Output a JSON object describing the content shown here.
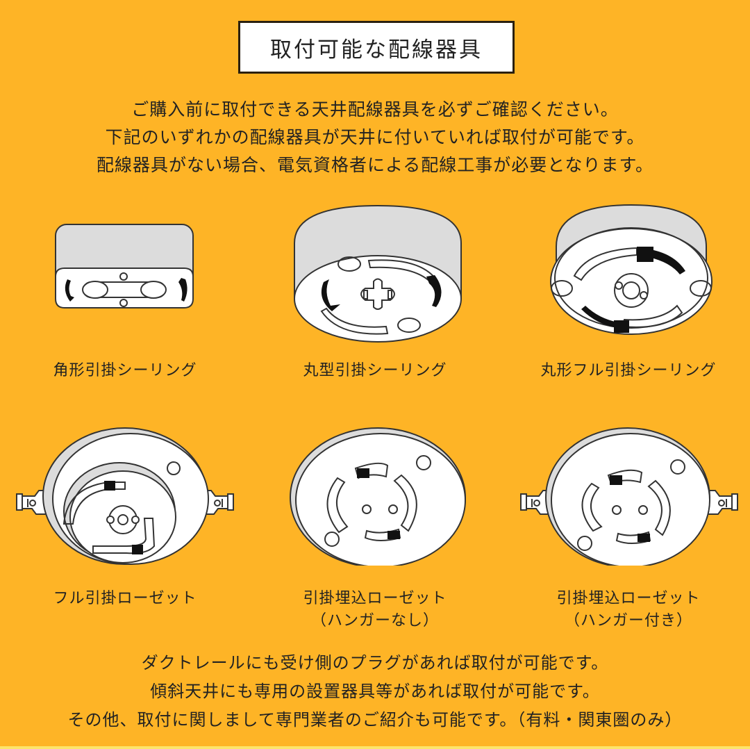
{
  "title": "取付可能な配線器具",
  "intro": {
    "lines": [
      "ご購入前に取付できる天井配線器具を必ずご確認ください。",
      "下記のいずれかの配線器具が天井に付いていれば取付が可能です。",
      "配線器具がない場合、電気資格者による配線工事が必要となります。"
    ]
  },
  "fixtures": [
    {
      "icon": "square-hook-ceiling-icon",
      "label": "角形引掛シーリング",
      "sublabel": ""
    },
    {
      "icon": "round-hook-ceiling-icon",
      "label": "丸型引掛シーリング",
      "sublabel": ""
    },
    {
      "icon": "round-full-hook-ceiling-icon",
      "label": "丸形フル引掛シーリング",
      "sublabel": ""
    },
    {
      "icon": "full-hook-rosette-icon",
      "label": "フル引掛ローゼット",
      "sublabel": ""
    },
    {
      "icon": "embedded-rosette-no-hanger-icon",
      "label": "引掛埋込ローゼット",
      "sublabel": "（ハンガーなし）"
    },
    {
      "icon": "embedded-rosette-with-hanger-icon",
      "label": "引掛埋込ローゼット",
      "sublabel": "（ハンガー付き）"
    }
  ],
  "footer": {
    "lines": [
      "ダクトレールにも受け側のプラグがあれば取付が可能です。",
      "傾斜天井にも専用の設置器具等があれば取付が可能です。",
      "その他、取付に関しまして専門業者のご紹介も可能です。（有料・関東圏のみ）"
    ]
  },
  "colors": {
    "background": "#FEB426",
    "title_box": "#FFFFFF",
    "text": "#222222",
    "device_body": "#DCDCDC",
    "device_face": "#FFFFFF"
  }
}
